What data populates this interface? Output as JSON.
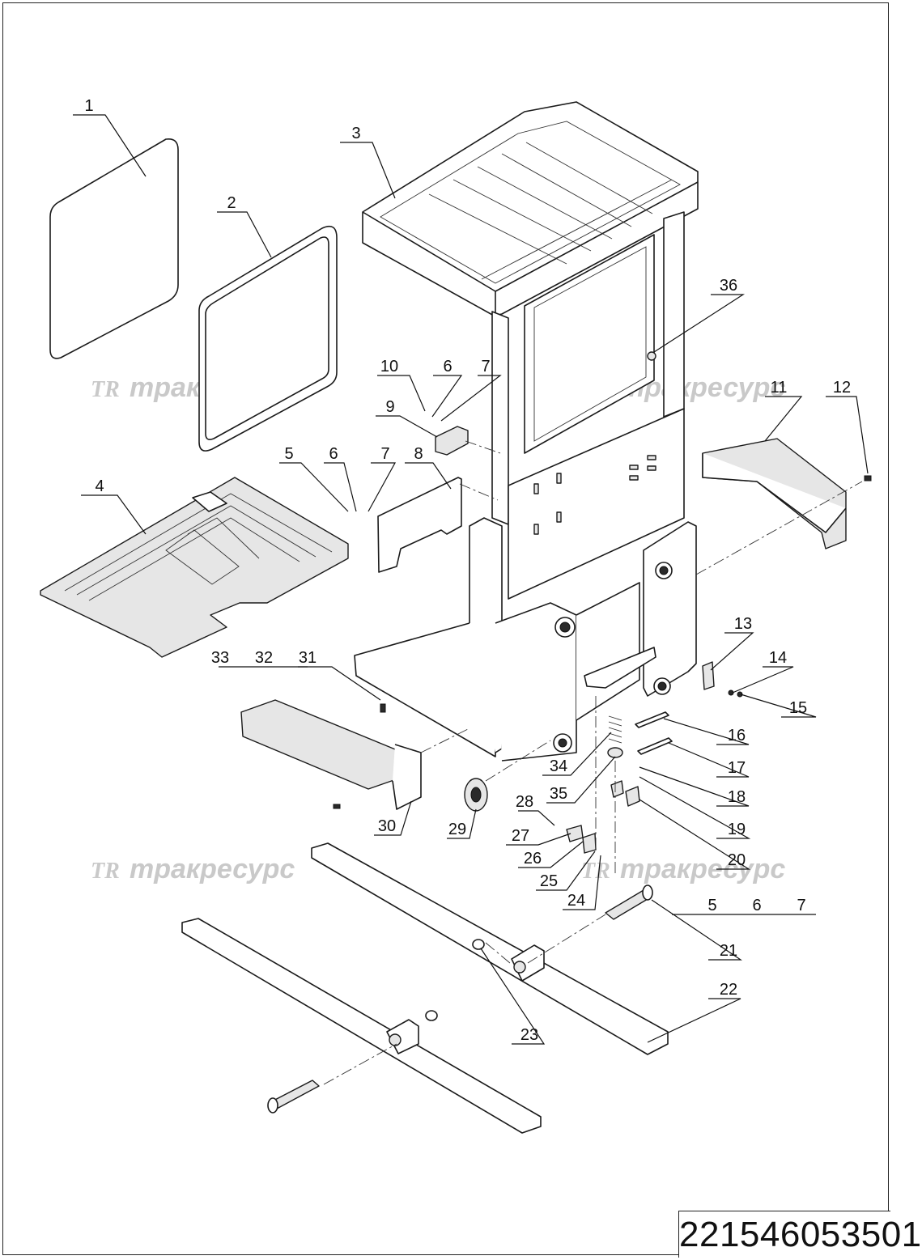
{
  "document_number": "221546053501",
  "watermark": {
    "logo": "TR",
    "text": "тракресурс"
  },
  "callouts": [
    {
      "id": "c1",
      "text": "1"
    },
    {
      "id": "c2",
      "text": "2"
    },
    {
      "id": "c3",
      "text": "3"
    },
    {
      "id": "c4",
      "text": "4"
    },
    {
      "id": "c5a",
      "text": "5"
    },
    {
      "id": "c6a",
      "text": "6"
    },
    {
      "id": "c7a",
      "text": "7"
    },
    {
      "id": "c8",
      "text": "8"
    },
    {
      "id": "c9",
      "text": "9"
    },
    {
      "id": "c10",
      "text": "10"
    },
    {
      "id": "c6b",
      "text": "6"
    },
    {
      "id": "c7b",
      "text": "7"
    },
    {
      "id": "c11",
      "text": "11"
    },
    {
      "id": "c12",
      "text": "12"
    },
    {
      "id": "c13",
      "text": "13"
    },
    {
      "id": "c14",
      "text": "14"
    },
    {
      "id": "c15",
      "text": "15"
    },
    {
      "id": "c16",
      "text": "16"
    },
    {
      "id": "c17",
      "text": "17"
    },
    {
      "id": "c18",
      "text": "18"
    },
    {
      "id": "c19",
      "text": "19"
    },
    {
      "id": "c20",
      "text": "20"
    },
    {
      "id": "c21",
      "text": "21"
    },
    {
      "id": "c22",
      "text": "22"
    },
    {
      "id": "c23",
      "text": "23"
    },
    {
      "id": "c24",
      "text": "24"
    },
    {
      "id": "c25",
      "text": "25"
    },
    {
      "id": "c26",
      "text": "26"
    },
    {
      "id": "c27",
      "text": "27"
    },
    {
      "id": "c28",
      "text": "28"
    },
    {
      "id": "c29",
      "text": "29"
    },
    {
      "id": "c30",
      "text": "30"
    },
    {
      "id": "c31",
      "text": "31"
    },
    {
      "id": "c32",
      "text": "32"
    },
    {
      "id": "c33",
      "text": "33"
    },
    {
      "id": "c34",
      "text": "34"
    },
    {
      "id": "c35",
      "text": "35"
    },
    {
      "id": "c36",
      "text": "36"
    },
    {
      "id": "c5b",
      "text": "5"
    },
    {
      "id": "c6c",
      "text": "6"
    },
    {
      "id": "c7c",
      "text": "7"
    }
  ]
}
